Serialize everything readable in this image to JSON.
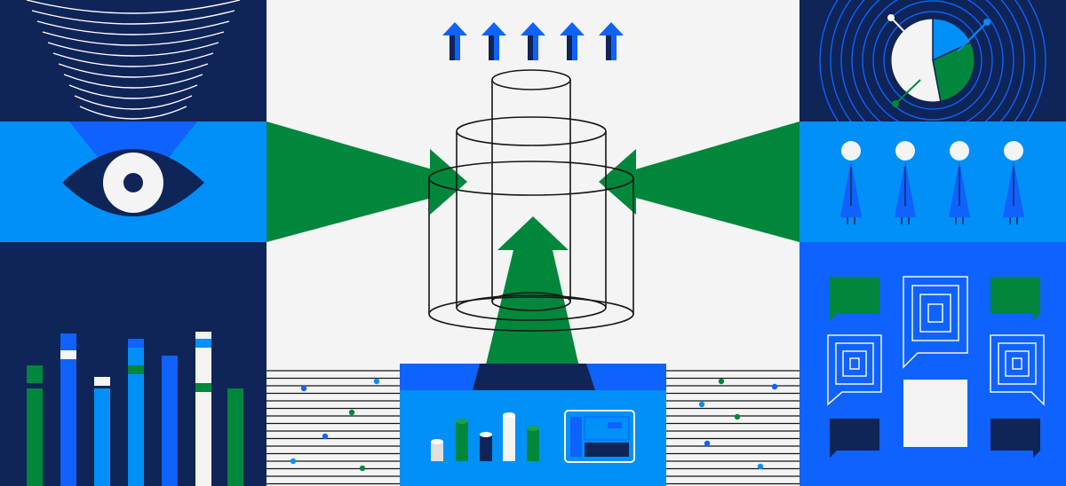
{
  "palette": {
    "navy": "#0f2457",
    "deep_blue": "#0f62fe",
    "sky_blue": "#0090f7",
    "mid_blue": "#1f6ff5",
    "green": "#00873c",
    "light_gray": "#f4f4f4",
    "black": "#161616",
    "white": "#ffffff"
  },
  "panels": [
    {
      "id": "eye-panel",
      "icon": "eye-icon"
    },
    {
      "id": "bar-chart-panel",
      "icon": "bar-chart-icon"
    },
    {
      "id": "central-funnel-panel",
      "icon": "cylinder-stack-icon"
    },
    {
      "id": "pie-chart-panel",
      "icon": "pie-chart-icon"
    },
    {
      "id": "people-panel",
      "icon": "person-icon"
    },
    {
      "id": "speech-bubbles-panel",
      "icon": "speech-bubble-icon"
    }
  ],
  "vertical_bars": [
    {
      "color": "green",
      "level": 0.62
    },
    {
      "color": "deep_blue",
      "level": 0.78
    },
    {
      "color": "sky_blue",
      "level": 0.5
    },
    {
      "color": "sky_blue",
      "level": 0.74
    },
    {
      "color": "deep_blue",
      "level": 0.67
    },
    {
      "color": "light_gray",
      "level": 0.79
    },
    {
      "color": "green",
      "level": 0.5
    }
  ],
  "pie_slices": [
    {
      "color": "sky_blue",
      "fraction": 0.18
    },
    {
      "color": "green",
      "fraction": 0.29
    },
    {
      "color": "light_gray",
      "fraction": 0.53
    }
  ],
  "up_arrows": 5,
  "people": 4
}
